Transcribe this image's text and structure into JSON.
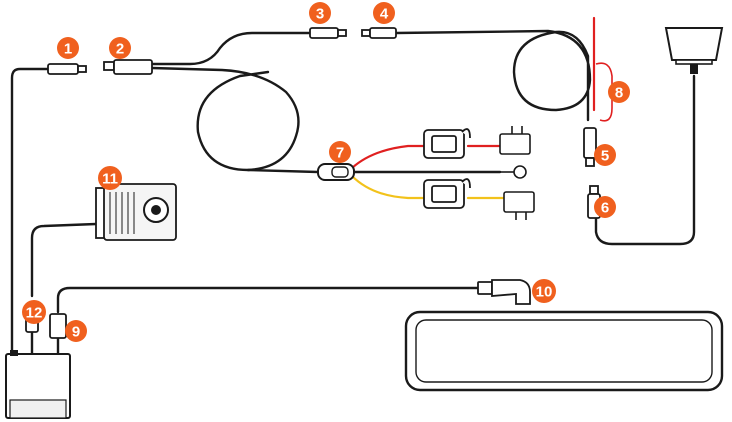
{
  "colors": {
    "accent": "#f0601e",
    "cable": "#1a1a1a",
    "red_wire": "#e02020",
    "yellow_wire": "#f2c21b",
    "device_fill": "#f5f5f5"
  },
  "callouts": [
    {
      "id": "1",
      "label": "1"
    },
    {
      "id": "2",
      "label": "2"
    },
    {
      "id": "3",
      "label": "3"
    },
    {
      "id": "4",
      "label": "4"
    },
    {
      "id": "5",
      "label": "5"
    },
    {
      "id": "6",
      "label": "6"
    },
    {
      "id": "7",
      "label": "7"
    },
    {
      "id": "8",
      "label": "8"
    },
    {
      "id": "9",
      "label": "9"
    },
    {
      "id": "10",
      "label": "10"
    },
    {
      "id": "11",
      "label": "11"
    },
    {
      "id": "12",
      "label": "12"
    }
  ],
  "icons": {
    "gps_antenna": "gps-antenna-icon",
    "rear_camera": "rear-camera-icon",
    "mirror_monitor": "mirror-monitor-icon",
    "main_unit": "main-unit-icon",
    "fuse_tap": "fuse-tap-icon",
    "ring_terminal": "ring-terminal-icon"
  }
}
